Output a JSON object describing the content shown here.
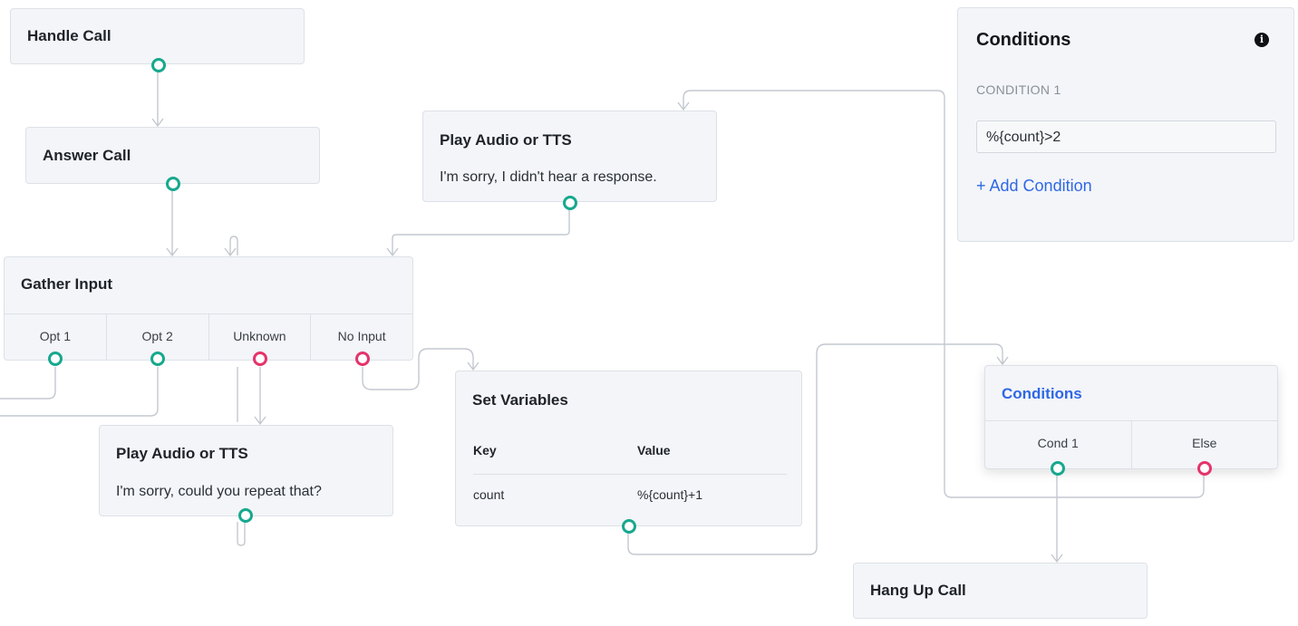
{
  "nodes": {
    "handle_call": {
      "title": "Handle Call"
    },
    "answer_call": {
      "title": "Answer Call"
    },
    "gather_input": {
      "title": "Gather Input",
      "options": [
        "Opt 1",
        "Opt 2",
        "Unknown",
        "No Input"
      ]
    },
    "play_audio_no_response": {
      "title": "Play Audio or TTS",
      "text": "I'm sorry, I didn't hear a response."
    },
    "play_audio_repeat": {
      "title": "Play Audio or TTS",
      "text": "I'm sorry, could you repeat that?"
    },
    "set_variables": {
      "title": "Set Variables",
      "columns": [
        "Key",
        "Value"
      ],
      "rows": [
        {
          "key": "count",
          "value": "%{count}+1"
        }
      ]
    },
    "conditions_node": {
      "title": "Conditions",
      "options": [
        "Cond 1",
        "Else"
      ]
    },
    "hang_up": {
      "title": "Hang Up Call"
    }
  },
  "panel": {
    "title": "Conditions",
    "info_icon": "info-circle-icon",
    "condition_label": "CONDITION 1",
    "condition_value": "%{count}>2",
    "add_condition": "+ Add Condition"
  },
  "colors": {
    "port_green": "#17a88e",
    "port_red": "#e5336b",
    "link_blue": "#2f67e6",
    "edge": "#c3c8d0"
  }
}
